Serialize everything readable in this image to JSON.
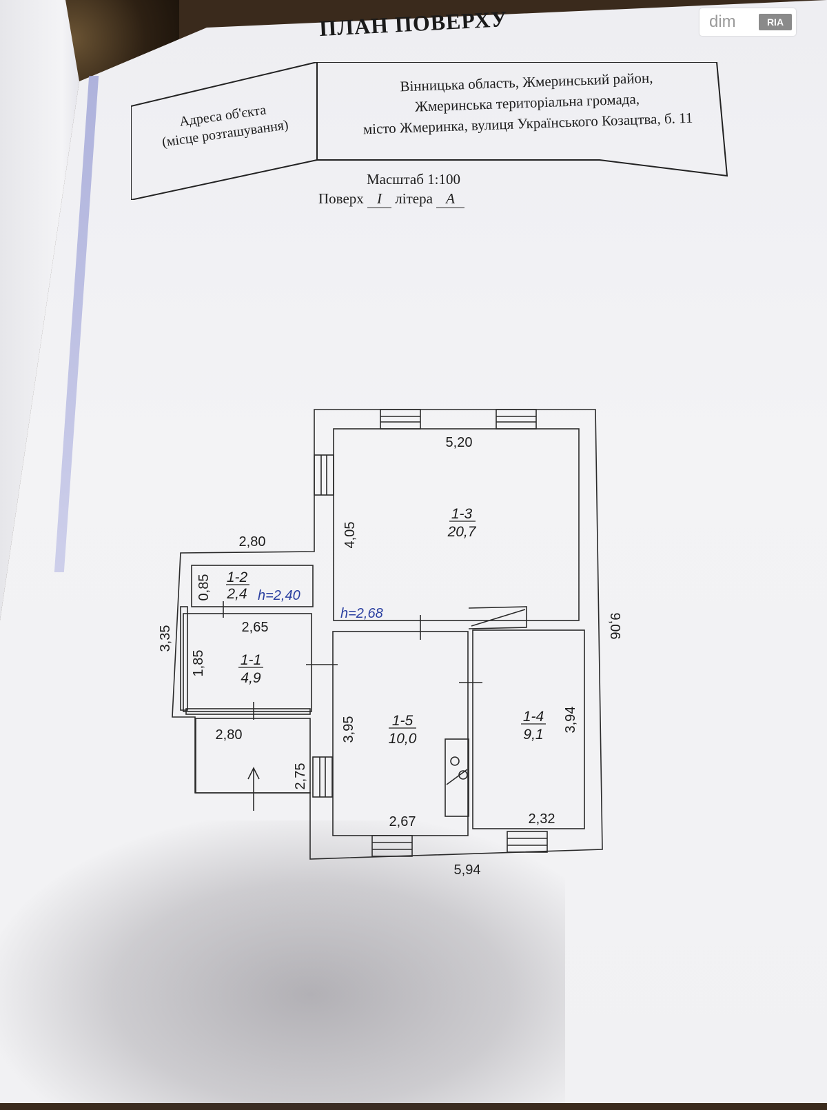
{
  "title": "ПЛАН ПОВЕРХУ",
  "address_label_line1": "Адреса об'єкта",
  "address_label_line2": "(місце розташування)",
  "address_line1": "Вінницька область, Жмеринський район,",
  "address_line2": "Жмеринська територіальна громада,",
  "address_line3": "місто Жмеринка, вулиця Українського Козацтва, б. 11",
  "scale": "Масштаб 1:100",
  "floor_label": "Поверх",
  "floor_value": "I",
  "litera_label": "літера",
  "litera_value": "А",
  "watermark": {
    "dim": "dim",
    "ria": "RIA"
  },
  "rooms": {
    "r13": {
      "id": "1-3",
      "area": "20,7"
    },
    "r12": {
      "id": "1-2",
      "area": "2,4"
    },
    "r11": {
      "id": "1-1",
      "area": "4,9"
    },
    "r15": {
      "id": "1-5",
      "area": "10,0"
    },
    "r14": {
      "id": "1-4",
      "area": "9,1"
    }
  },
  "heights": {
    "h1": "h=2,40",
    "h2": "h=2,68"
  },
  "dimensions": {
    "d520": "5,20",
    "d405": "4,05",
    "d280_top": "2,80",
    "d085": "0,85",
    "d335": "3,35",
    "d265": "2,65",
    "d185": "1,85",
    "d280_bot": "2,80",
    "d275": "2,75",
    "d395": "3,95",
    "d394": "3,94",
    "d267": "2,67",
    "d232": "2,32",
    "d594": "5,94",
    "d906": "9,06"
  }
}
